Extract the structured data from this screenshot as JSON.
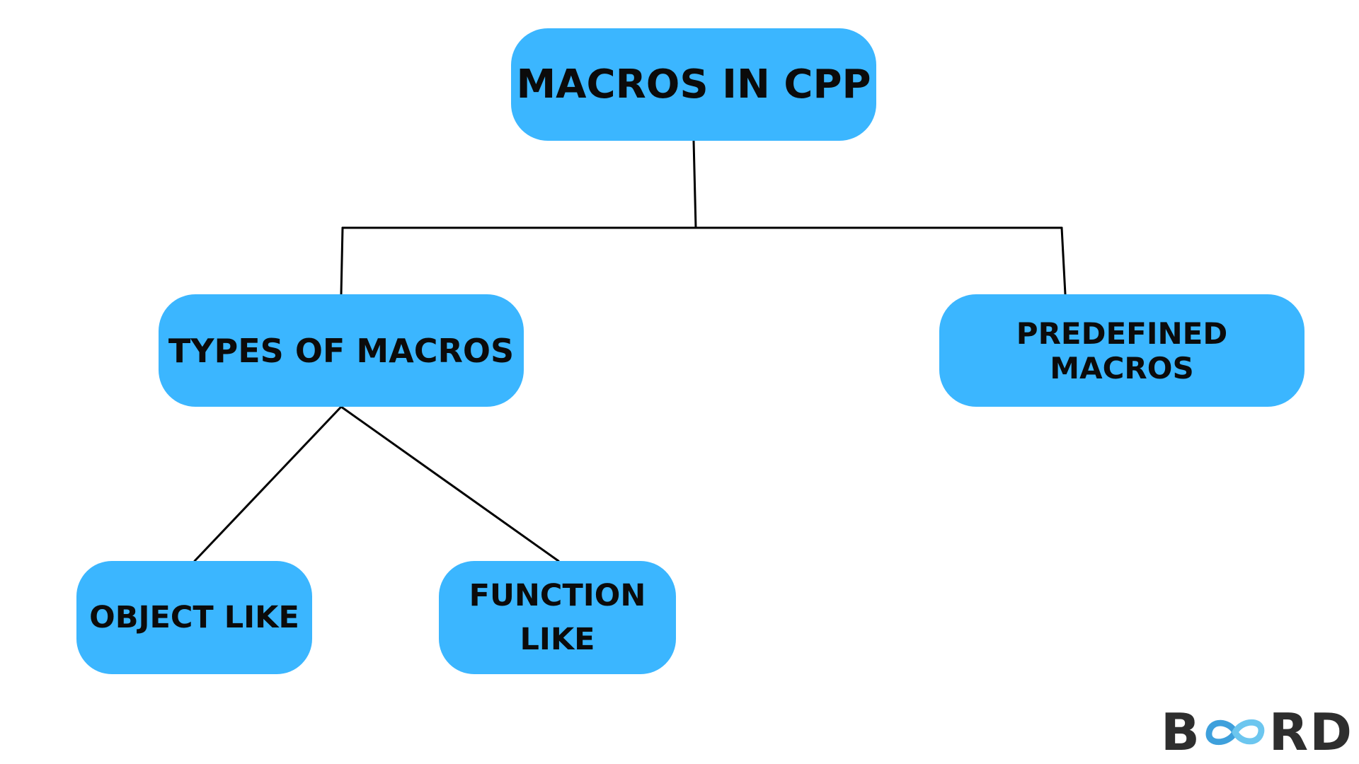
{
  "diagram": {
    "node_color": "#3bb6ff",
    "line_color": "#000000",
    "root": {
      "label": "MACROS IN CPP"
    },
    "types": {
      "label": "TYPES OF MACROS"
    },
    "predefined": {
      "label": "PREDEFINED MACROS"
    },
    "object_like": {
      "label": "OBJECT LIKE"
    },
    "function_like": {
      "label_line1": "FUNCTION",
      "label_line2": "LIKE"
    }
  },
  "logo": {
    "letter_b": "B",
    "letter_r": "R",
    "letter_d": "D",
    "text_color": "#2e2e2e",
    "loop_color_1": "#3ea0dc",
    "loop_color_2": "#6cc6ef"
  }
}
